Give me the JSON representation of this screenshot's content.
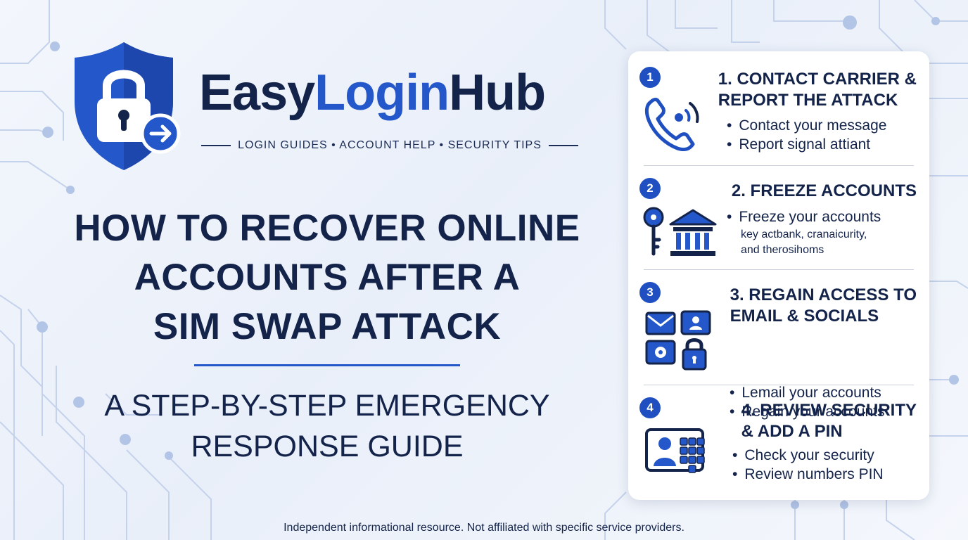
{
  "brand": {
    "part1": "Easy",
    "part2": "Login",
    "part3": "Hub",
    "tagline": "LOGIN GUIDES • ACCOUNT HELP • SECURITY TIPS"
  },
  "headline": {
    "line1": "HOW TO RECOVER ONLINE",
    "line2": "ACCOUNTS AFTER A",
    "line3": "SIM SWAP ATTACK"
  },
  "subhead": {
    "line1": "A STEP-BY-STEP EMERGENCY",
    "line2": "RESPONSE GUIDE"
  },
  "steps": [
    {
      "number": "1",
      "title_line1": "1. CONTACT CARRIER &",
      "title_line2": "REPORT THE ATTACK",
      "bullet1": "Contact your message",
      "bullet2": "Report  signal attiant",
      "icon": "phone-icon"
    },
    {
      "number": "2",
      "title_line1": "2. FREEZE ACCOUNTS",
      "bullet1": "Freeze your accounts",
      "note_line1": "key actbank, cranaicurity,",
      "note_line2": "and therosihoms",
      "icon": "key-bank-icon"
    },
    {
      "number": "3",
      "title_line1": "3. REGAIN ACCESS TO",
      "title_line2": "EMAIL & SOCIALS",
      "bullet1": "Lemail your accounts",
      "bullet2": "Regain your accounts",
      "icon": "email-social-icon"
    },
    {
      "number": "4",
      "title_line1": "4. REVIEW SECURITY",
      "title_line2": "& ADD A PIN",
      "bullet1": "Check your security",
      "bullet2": "Review numbers PIN",
      "icon": "pin-keypad-icon"
    }
  ],
  "footer": "Independent informational resource. Not affiliated with specific service providers.",
  "colors": {
    "navy": "#13234a",
    "accent_blue": "#2457c9",
    "circuit_blue": "#b9c9e8"
  }
}
